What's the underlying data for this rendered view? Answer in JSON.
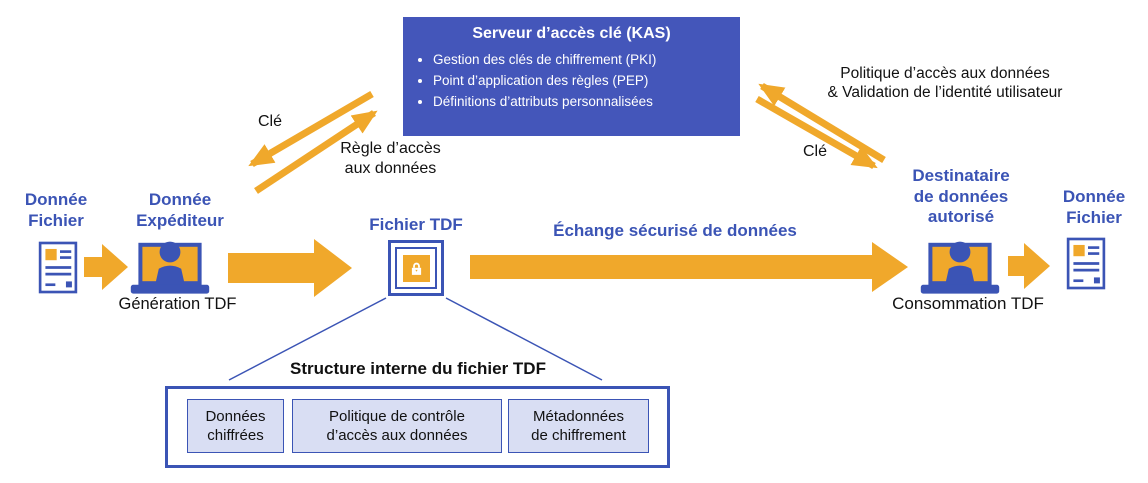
{
  "colors": {
    "accent_blue": "#3B54B5",
    "orange": "#F0A82B",
    "kas_bg": "#4456BA",
    "light_box_bg": "#D9DEF3",
    "text_black": "#111111"
  },
  "kas": {
    "title": "Serveur d’accès clé (KAS)",
    "bullets": [
      "Gestion des clés de chiffrement (PKI)",
      "Point d’application des règles (PEP)",
      "Définitions d’attributs personnalisées"
    ]
  },
  "kas_links": {
    "key_left_label": "Clé",
    "access_rule_label": "Règle d’accès\naux données",
    "policy_label": "Politique d’accès aux données\n& Validation de l’identité utilisateur",
    "key_right_label": "Clé"
  },
  "flow": {
    "source_file_label": "Donnée\nFichier",
    "sender_label": "Donnée\nExpéditeur",
    "generation_label": "Génération TDF",
    "tdf_file_label": "Fichier TDF",
    "exchange_label": "Échange sécurisé de données",
    "recipient_label": "Destinataire\nde données\nautorisé",
    "consumption_label": "Consommation TDF",
    "output_file_label": "Donnée\nFichier"
  },
  "structure": {
    "title": "Structure interne du fichier TDF",
    "boxes": [
      "Données\nchiffrées",
      "Politique de contrôle\nd’accès aux données",
      "Métadonnées\nde chiffrement"
    ]
  },
  "icons": {
    "document": "document-icon",
    "person_laptop": "person-at-laptop-icon",
    "padlock": "padlock-icon"
  }
}
